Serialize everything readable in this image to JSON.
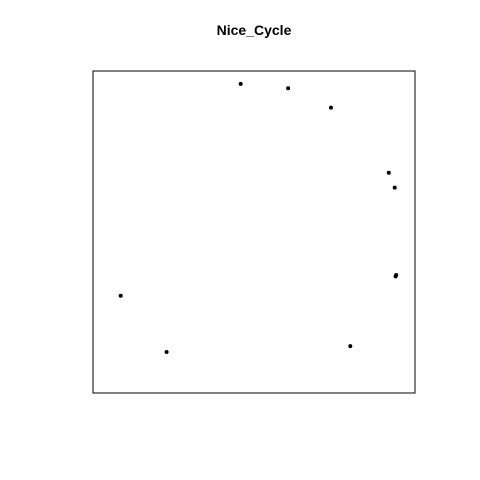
{
  "chart_data": {
    "type": "scatter",
    "title": "Nice_Cycle",
    "xlabel": "",
    "ylabel": "",
    "xlim": [
      0,
      1
    ],
    "ylim": [
      0,
      1
    ],
    "axes_shown": false,
    "grid": false,
    "box": true,
    "point_color": "#000000",
    "points": [
      {
        "x": 0.455,
        "y": 1.0
      },
      {
        "x": 0.615,
        "y": 0.985
      },
      {
        "x": 0.76,
        "y": 0.92
      },
      {
        "x": 0.955,
        "y": 0.7
      },
      {
        "x": 0.975,
        "y": 0.65
      },
      {
        "x": 0.98,
        "y": 0.355
      },
      {
        "x": 0.978,
        "y": 0.35
      },
      {
        "x": 0.825,
        "y": 0.115
      },
      {
        "x": 0.205,
        "y": 0.095
      },
      {
        "x": 0.05,
        "y": 0.285
      }
    ]
  }
}
